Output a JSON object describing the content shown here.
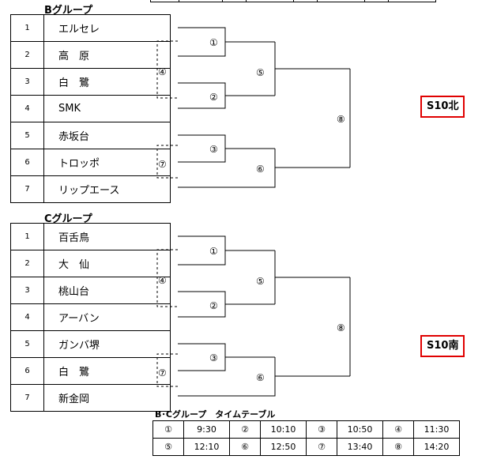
{
  "group_b": {
    "title": "Bグループ",
    "teams": [
      {
        "num": "1",
        "name": "エルセレ"
      },
      {
        "num": "2",
        "name": "高　原"
      },
      {
        "num": "3",
        "name": "白　鷺"
      },
      {
        "num": "4",
        "name": "SMK"
      },
      {
        "num": "5",
        "name": "赤坂台"
      },
      {
        "num": "6",
        "name": "トロッポ"
      },
      {
        "num": "7",
        "name": "リップエース"
      }
    ],
    "bracket": {
      "m1": "①",
      "m2": "②",
      "m3": "③",
      "m4": "④",
      "m5": "⑤",
      "m6": "⑥",
      "m7": "⑦",
      "m8": "⑧"
    },
    "winner_label": "S10北"
  },
  "group_c": {
    "title": "Cグループ",
    "teams": [
      {
        "num": "1",
        "name": "百舌鳥"
      },
      {
        "num": "2",
        "name": "大　仙"
      },
      {
        "num": "3",
        "name": "桃山台"
      },
      {
        "num": "4",
        "name": "アーバン"
      },
      {
        "num": "5",
        "name": "ガンバ堺"
      },
      {
        "num": "6",
        "name": "白　鷺"
      },
      {
        "num": "7",
        "name": "新金岡"
      }
    ],
    "bracket": {
      "m1": "①",
      "m2": "②",
      "m3": "③",
      "m4": "④",
      "m5": "⑤",
      "m6": "⑥",
      "m7": "⑦",
      "m8": "⑧"
    },
    "winner_label": "S10南"
  },
  "timetable": {
    "title": "B･Cグループ　タイムテーブル",
    "rows": [
      [
        {
          "match": "①",
          "time": "9:30"
        },
        {
          "match": "②",
          "time": "10:10"
        },
        {
          "match": "③",
          "time": "10:50"
        },
        {
          "match": "④",
          "time": "11:30"
        }
      ],
      [
        {
          "match": "⑤",
          "time": "12:10"
        },
        {
          "match": "⑥",
          "time": "12:50"
        },
        {
          "match": "⑦",
          "time": "13:40"
        },
        {
          "match": "⑧",
          "time": "14:20"
        }
      ]
    ]
  }
}
